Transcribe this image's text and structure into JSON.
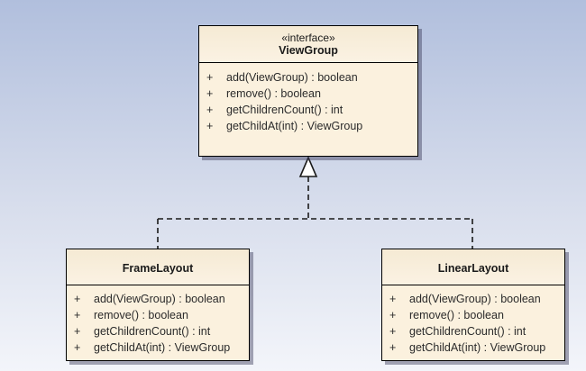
{
  "diagram": {
    "colors": {
      "class_fill": "#fbf1de",
      "border": "#000000",
      "background_top": "#b1bfdd",
      "background_bottom": "#f3f5fa"
    },
    "relationships": [
      {
        "type": "realization",
        "from": "FrameLayout",
        "to": "ViewGroup"
      },
      {
        "type": "realization",
        "from": "LinearLayout",
        "to": "ViewGroup"
      }
    ],
    "interface": {
      "stereotype": "«interface»",
      "name": "ViewGroup",
      "operations": [
        {
          "visibility": "+",
          "signature": "add(ViewGroup) : boolean"
        },
        {
          "visibility": "+",
          "signature": "remove() : boolean"
        },
        {
          "visibility": "+",
          "signature": "getChildrenCount() : int"
        },
        {
          "visibility": "+",
          "signature": "getChildAt(int) : ViewGroup"
        }
      ]
    },
    "frame_layout": {
      "name": "FrameLayout",
      "operations": [
        {
          "visibility": "+",
          "signature": "add(ViewGroup) : boolean"
        },
        {
          "visibility": "+",
          "signature": "remove() : boolean"
        },
        {
          "visibility": "+",
          "signature": "getChildrenCount() : int"
        },
        {
          "visibility": "+",
          "signature": "getChildAt(int) : ViewGroup"
        }
      ]
    },
    "linear_layout": {
      "name": "LinearLayout",
      "operations": [
        {
          "visibility": "+",
          "signature": "add(ViewGroup) : boolean"
        },
        {
          "visibility": "+",
          "signature": "remove() : boolean"
        },
        {
          "visibility": "+",
          "signature": "getChildrenCount() : int"
        },
        {
          "visibility": "+",
          "signature": "getChildAt(int) : ViewGroup"
        }
      ]
    }
  }
}
